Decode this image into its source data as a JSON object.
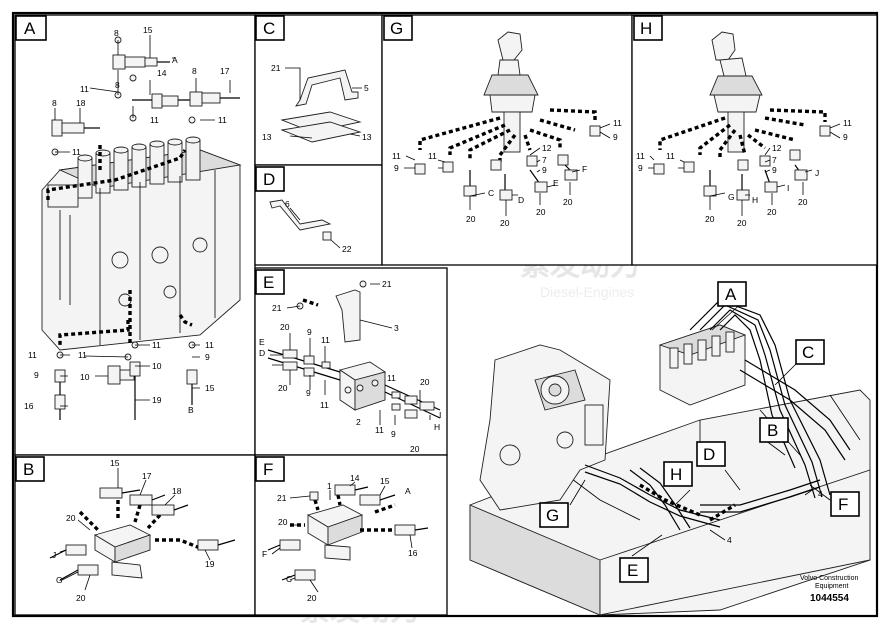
{
  "document": {
    "drawing_number": "1044554",
    "brand_line1": "Volvo Construction",
    "brand_line2": "Equipment"
  },
  "watermark": {
    "text_cn": "紫发动力",
    "text_en": "Diesel-Engines"
  },
  "panels": {
    "A": {
      "tag": "A",
      "labels": [
        "8",
        "15",
        "A",
        "11",
        "8",
        "14",
        "8",
        "17",
        "8",
        "18",
        "11",
        "11",
        "11",
        "11",
        "11",
        "11",
        "11",
        "9",
        "10",
        "10",
        "9",
        "16",
        "19",
        "15",
        "B"
      ]
    },
    "C": {
      "tag": "C",
      "labels": [
        "21",
        "5",
        "13",
        "13"
      ]
    },
    "D": {
      "tag": "D",
      "labels": [
        "6",
        "22"
      ]
    },
    "E": {
      "tag": "E",
      "labels": [
        "21",
        "21",
        "3",
        "20",
        "E",
        "D",
        "9",
        "11",
        "20",
        "9",
        "11",
        "11",
        "2",
        "11",
        "9",
        "20",
        "I",
        "H",
        "20"
      ]
    },
    "G": {
      "tag": "G",
      "labels": [
        "11",
        "9",
        "11",
        "11",
        "9",
        "12",
        "7",
        "9",
        "C",
        "D",
        "E",
        "F",
        "20",
        "20",
        "20",
        "20"
      ]
    },
    "H": {
      "tag": "H",
      "labels": [
        "11",
        "9",
        "11",
        "11",
        "9",
        "12",
        "7",
        "9",
        "G",
        "H",
        "I",
        "J",
        "20",
        "20",
        "20",
        "20"
      ]
    },
    "B": {
      "tag": "B",
      "labels": [
        "15",
        "17",
        "18",
        "20",
        "J",
        "G",
        "19",
        "20"
      ]
    },
    "F": {
      "tag": "F",
      "labels": [
        "21",
        "1",
        "14",
        "15",
        "A",
        "20",
        "F",
        "C",
        "16",
        "20"
      ]
    },
    "overview": {
      "tags": [
        "A",
        "C",
        "B",
        "D",
        "H",
        "G",
        "E",
        "F"
      ],
      "labels": [
        "4",
        "4"
      ]
    }
  }
}
